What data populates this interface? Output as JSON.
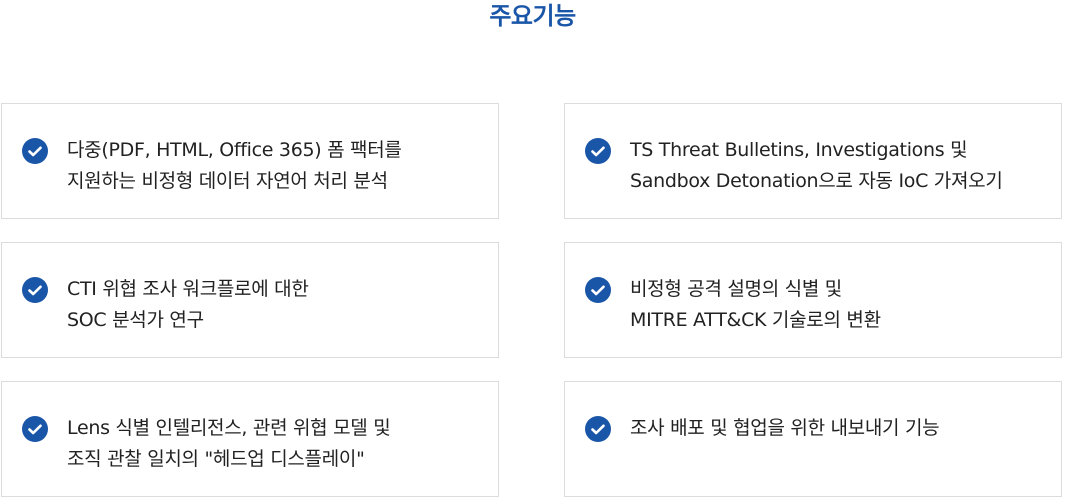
{
  "section": {
    "title": "주요기능"
  },
  "features": [
    {
      "line1": "다중(PDF, HTML, Office 365) 폼 팩터를",
      "line2": "지원하는 비정형 데이터 자연어 처리 분석",
      "icon": "check-circle-icon"
    },
    {
      "line1": "TS Threat Bulletins, Investigations 및",
      "line2": "Sandbox Detonation으로 자동 IoC 가져오기",
      "icon": "check-circle-icon"
    },
    {
      "line1": "CTI 위협 조사 워크플로에 대한",
      "line2": "SOC 분석가 연구",
      "icon": "check-circle-icon"
    },
    {
      "line1": "비정형 공격 설명의 식별 및",
      "line2": "MITRE ATT&CK 기술로의 변환",
      "icon": "check-circle-icon"
    },
    {
      "line1": "Lens 식별 인텔리전스, 관련 위협 모델 및",
      "line2": "조직 관찰 일치의 \"헤드업 디스플레이\"",
      "icon": "check-circle-icon"
    },
    {
      "line1": "조사 배포 및 협업을 위한 내보내기 기능",
      "line2": "",
      "icon": "check-circle-icon"
    }
  ],
  "colors": {
    "accent": "#1a56a8",
    "border": "#dcdcdc",
    "text": "#222222"
  }
}
